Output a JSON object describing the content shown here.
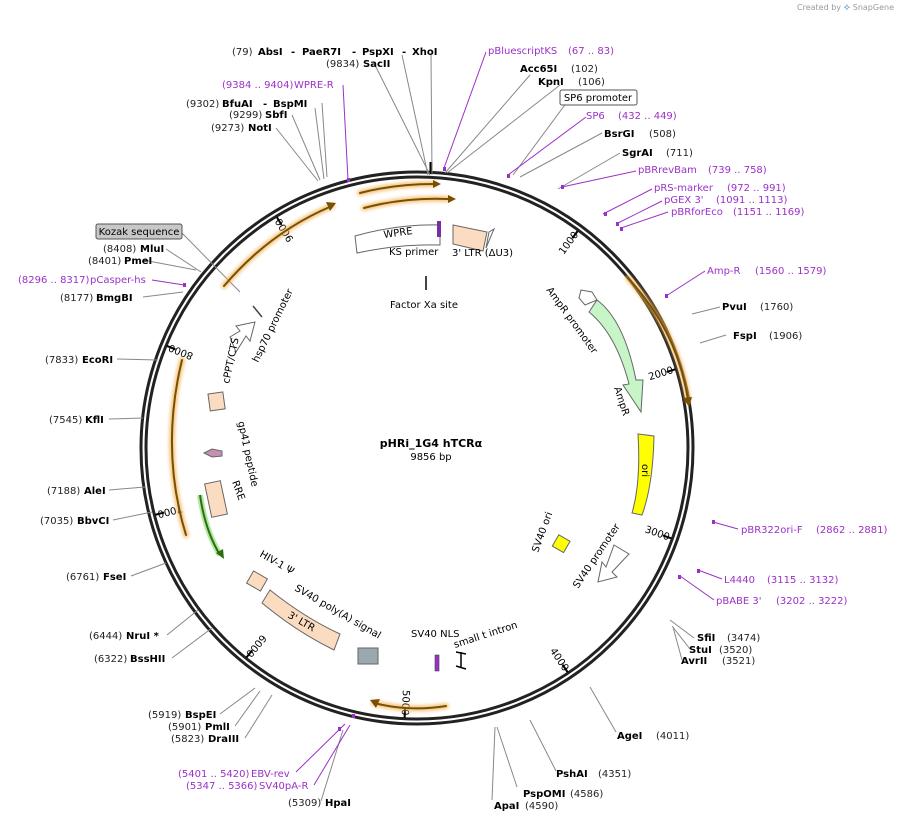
{
  "brand": {
    "prefix": "Created by",
    "name": "SnapGene"
  },
  "plasmid": {
    "name": "pHRi_1G4 hTCRα",
    "length": "9856 bp"
  },
  "ticks": [
    {
      "label": "1000",
      "bp": 1000
    },
    {
      "label": "2000",
      "bp": 2000
    },
    {
      "label": "3000",
      "bp": 3000
    },
    {
      "label": "4000",
      "bp": 4000
    },
    {
      "label": "5000",
      "bp": 5000
    },
    {
      "label": "6000",
      "bp": 6000
    },
    {
      "label": "7000",
      "bp": 7000
    },
    {
      "label": "8000",
      "bp": 8000
    },
    {
      "label": "9000",
      "bp": 9000
    }
  ],
  "sites": [
    {
      "pos": "(79)",
      "name": "AbsI"
    },
    {
      "name": "PaeR7I"
    },
    {
      "name": "PspXI"
    },
    {
      "name": "XhoI"
    },
    {
      "pos": "(9834)",
      "name": "SacII"
    },
    {
      "name": "Acc65I",
      "pos": "(102)"
    },
    {
      "name": "KpnI",
      "pos": "(106)"
    },
    {
      "name": "BsrGI",
      "pos": "(508)"
    },
    {
      "name": "SgrAI",
      "pos": "(711)"
    },
    {
      "pos": "(9302)",
      "name": "BfuAI"
    },
    {
      "name": "BspMI"
    },
    {
      "pos": "(9299)",
      "name": "SbfI"
    },
    {
      "pos": "(9273)",
      "name": "NotI"
    },
    {
      "pos": "(8408)",
      "name": "MluI"
    },
    {
      "pos": "(8401)",
      "name": "PmeI"
    },
    {
      "pos": "(8177)",
      "name": "BmgBI"
    },
    {
      "pos": "(7833)",
      "name": "EcoRI"
    },
    {
      "pos": "(7545)",
      "name": "KflI"
    },
    {
      "pos": "(7188)",
      "name": "AleI"
    },
    {
      "pos": "(7035)",
      "name": "BbvCI"
    },
    {
      "pos": "(6761)",
      "name": "FseI"
    },
    {
      "pos": "(6444)",
      "name": "NruI *"
    },
    {
      "pos": "(6322)",
      "name": "BssHII"
    },
    {
      "pos": "(5919)",
      "name": "BspEI"
    },
    {
      "pos": "(5901)",
      "name": "PmlI"
    },
    {
      "pos": "(5823)",
      "name": "DraIII"
    },
    {
      "pos": "(5309)",
      "name": "HpaI"
    },
    {
      "name": "ApaI",
      "pos": "(4590)"
    },
    {
      "name": "PspOMI",
      "pos": "(4586)"
    },
    {
      "name": "PshAI",
      "pos": "(4351)"
    },
    {
      "name": "AgeI",
      "pos": "(4011)"
    },
    {
      "name": "SfiI",
      "pos": "(3474)"
    },
    {
      "name": "StuI",
      "pos": "(3520)"
    },
    {
      "name": "AvrII",
      "pos": "(3521)"
    },
    {
      "name": "PvuI",
      "pos": "(1760)"
    },
    {
      "name": "FspI",
      "pos": "(1906)"
    }
  ],
  "primers": [
    {
      "name": "pBluescriptKS",
      "range": "(67 .. 83)"
    },
    {
      "name": "SP6",
      "range": "(432 .. 449)"
    },
    {
      "name": "pBRrevBam",
      "range": "(739 .. 758)"
    },
    {
      "name": "pRS-marker",
      "range": "(972 .. 991)"
    },
    {
      "name": "pGEX 3'",
      "range": "(1091 .. 1113)"
    },
    {
      "name": "pBRforEco",
      "range": "(1151 .. 1169)"
    },
    {
      "name": "Amp-R",
      "range": "(1560 .. 1579)"
    },
    {
      "name": "pBR322ori-F",
      "range": "(2862 .. 2881)"
    },
    {
      "name": "L4440",
      "range": "(3115 .. 3132)"
    },
    {
      "name": "pBABE 3'",
      "range": "(3202 .. 3222)"
    },
    {
      "name": "WPRE-R",
      "range": "(9384 .. 9404)"
    },
    {
      "name": "pCasper-hs",
      "range": "(8296 .. 8317)"
    },
    {
      "name": "EBV-rev",
      "range": "(5401 .. 5420)"
    },
    {
      "name": "SV40pA-R",
      "range": "(5347 .. 5366)"
    }
  ],
  "boxed_labels": [
    {
      "text": "SP6 promoter"
    },
    {
      "text": "Kozak sequence"
    }
  ],
  "features": [
    {
      "text": "WPRE"
    },
    {
      "text": "KS primer"
    },
    {
      "text": "3' LTR (ΔU3)"
    },
    {
      "text": "Factor Xa site"
    },
    {
      "text": "AmpR promoter"
    },
    {
      "text": "AmpR"
    },
    {
      "text": "ori"
    },
    {
      "text": "SV40 ori"
    },
    {
      "text": "SV40 promoter"
    },
    {
      "text": "SV40 NLS"
    },
    {
      "text": "small t intron"
    },
    {
      "text": "SV40 poly(A) signal"
    },
    {
      "text": "3' LTR"
    },
    {
      "text": "HIV-1 Ψ"
    },
    {
      "text": "RRE"
    },
    {
      "text": "gp41 peptide"
    },
    {
      "text": "cPPT/CTS"
    },
    {
      "text": "hsp70 promoter"
    }
  ],
  "colors": {
    "backbone": "#222222",
    "primer": "#9b30c9",
    "site_name": "#000000",
    "site_pos": "#222222",
    "orf_fill": "#ffe0b8",
    "orf_glow": "#f0b050",
    "ampr": "#c8f5c8",
    "ori": "#ffff00",
    "sv40ori": "#ffff00",
    "ltr": "#fcdcc0",
    "polyA": "#9aa8b0",
    "nls": "#9b30c9",
    "promoter": "#ffffff"
  }
}
